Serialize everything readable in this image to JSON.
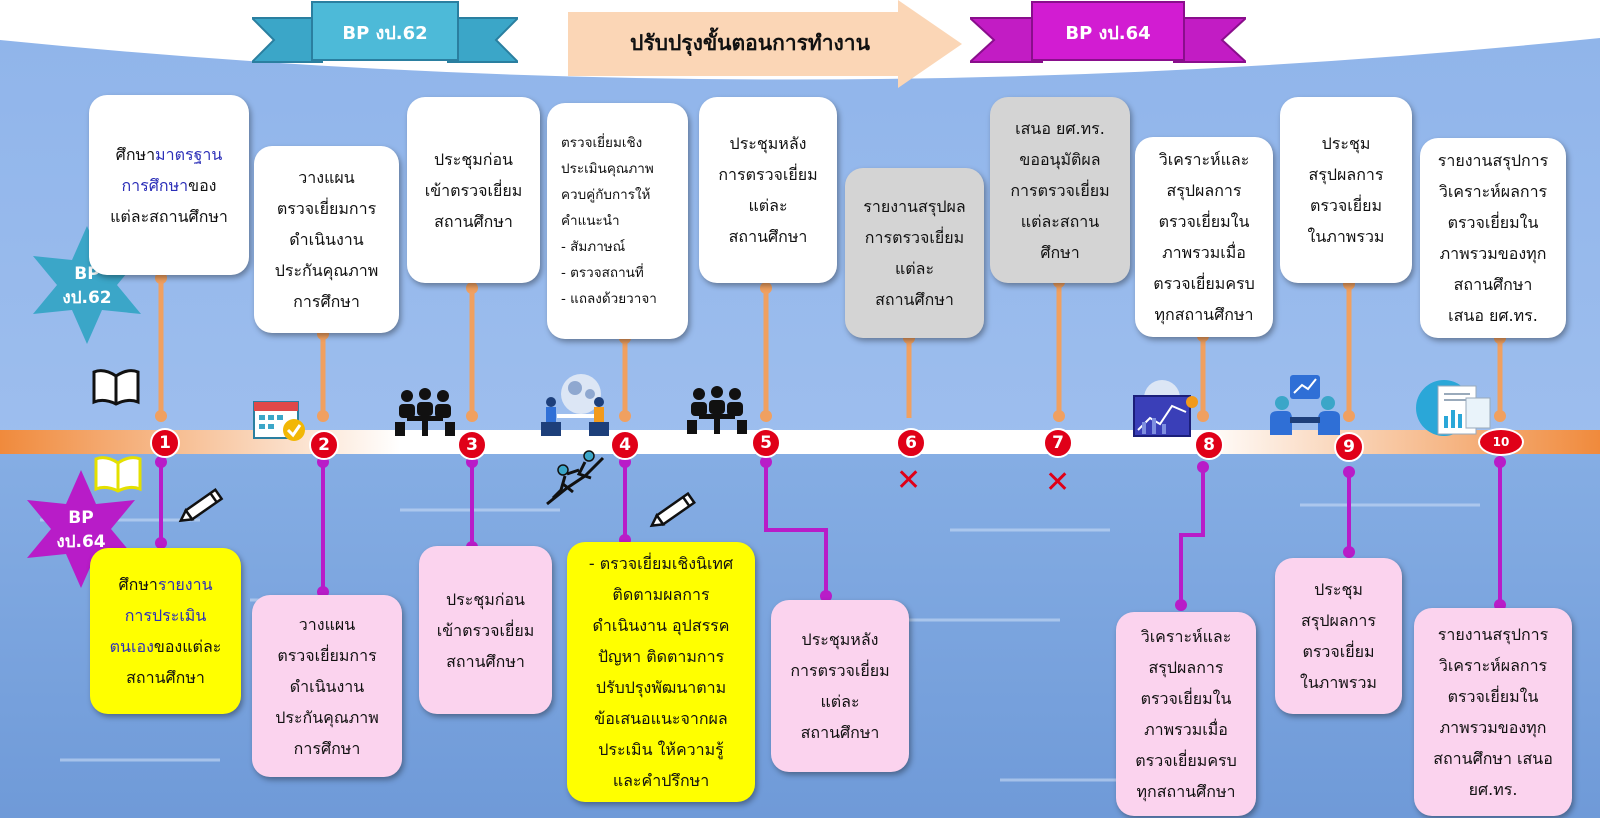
{
  "header": {
    "left_ribbon": "BP งป.62",
    "center_arrow": "ปรับปรุงขั้นตอนการทำงาน",
    "right_ribbon": "BP งป.64"
  },
  "stars": {
    "bp62": "BP\nงป.62",
    "bp64": "BP\nงป.64"
  },
  "colors": {
    "sky": "#9ec0ee",
    "timeline": "#f08a3c",
    "node": "#e00018",
    "connector_top": "#f0a060",
    "connector_bottom": "#b81cc8",
    "star62": "#3ba6c8",
    "star64": "#b81cc8",
    "ribbon62": "#3ba6c8",
    "ribbon64": "#c21cc4",
    "arrow": "#fbd6b6"
  },
  "nodes": [
    "1",
    "2",
    "3",
    "4",
    "5",
    "6",
    "7",
    "8",
    "9",
    "10"
  ],
  "top_cards": [
    {
      "pre": "ศึกษา",
      "mid": "มาตรฐาน\nการศึกษา",
      "post": "ของ\nแต่ละสถานศึกษา"
    },
    {
      "text": "วางแผน\nตรวจเยี่ยมการ\nดำเนินงาน\nประกันคุณภาพ\nการศึกษา"
    },
    {
      "text": "ประชุมก่อน\nเข้าตรวจเยี่ยม\nสถานศึกษา"
    },
    {
      "text": "ตรวจเยี่ยมเชิง\nประเมินคุณภาพ\nควบคู่กับการให้\nคำแนะนำ\n  - สัมภาษณ์\n  - ตรวจสถานที่\n  - แถลงด้วยวาจา"
    },
    {
      "text": "ประชุมหลัง\nการตรวจเยี่ยม\nแต่ละ\nสถานศึกษา"
    },
    {
      "text": "รายงานสรุปผล\nการตรวจเยี่ยม\nแต่ละ\nสถานศึกษา"
    },
    {
      "text": "เสนอ ยศ.ทร.\nขออนุมัติผล\nการตรวจเยี่ยม\nแต่ละสถาน\nศึกษา"
    },
    {
      "text": "วิเคราะห์และ\nสรุปผลการ\nตรวจเยี่ยมใน\nภาพรวมเมื่อ\nตรวจเยี่ยมครบ\nทุกสถานศึกษา"
    },
    {
      "text": "ประชุม\nสรุปผลการ\nตรวจเยี่ยม\nในภาพรวม"
    },
    {
      "text": "รายงานสรุปการ\nวิเคราะห์ผลการ\nตรวจเยี่ยมใน\nภาพรวมของทุก\nสถานศึกษา\nเสนอ ยศ.ทร."
    }
  ],
  "bottom_cards": [
    {
      "pre": "ศึกษา",
      "mid": "รายงาน\nการประเมิน\nตนเอง",
      "post": "ของแต่ละ\nสถานศึกษา"
    },
    {
      "text": "วางแผน\nตรวจเยี่ยมการ\nดำเนินงาน\nประกันคุณภาพ\nการศึกษา"
    },
    {
      "text": "ประชุมก่อน\nเข้าตรวจเยี่ยม\nสถานศึกษา"
    },
    {
      "text": "- ตรวจเยี่ยมเชิงนิเทศ\nติดตามผลการ\nดำเนินงาน อุปสรรค\nปัญหา ติดตามการ\nปรับปรุงพัฒนาตาม\nข้อเสนอแนะจากผล\nประเมิน ให้ความรู้\nและคำปรึกษา"
    },
    {
      "text": "ประชุมหลัง\nการตรวจเยี่ยม\nแต่ละ\nสถานศึกษา"
    },
    {
      "text": "วิเคราะห์และ\nสรุปผลการ\nตรวจเยี่ยมใน\nภาพรวมเมื่อ\nตรวจเยี่ยมครบ\nทุกสถานศึกษา"
    },
    {
      "text": "ประชุม\nสรุปผลการ\nตรวจเยี่ยม\nในภาพรวม"
    },
    {
      "text": "รายงานสรุปการ\nวิเคราะห์ผลการ\nตรวจเยี่ยมใน\nภาพรวมของทุก\nสถานศึกษา เสนอ\nยศ.ทร."
    }
  ],
  "removed_marks": [
    "✕",
    "✕"
  ],
  "icons": [
    "book-icon",
    "calendar-check-icon",
    "meeting-icon",
    "team-discussion-icon",
    "meeting-icon",
    "analytics-icon",
    "online-meeting-icon",
    "report-icon",
    "book-icon",
    "pencil-icon",
    "climbing-help-icon",
    "pencil-icon"
  ]
}
